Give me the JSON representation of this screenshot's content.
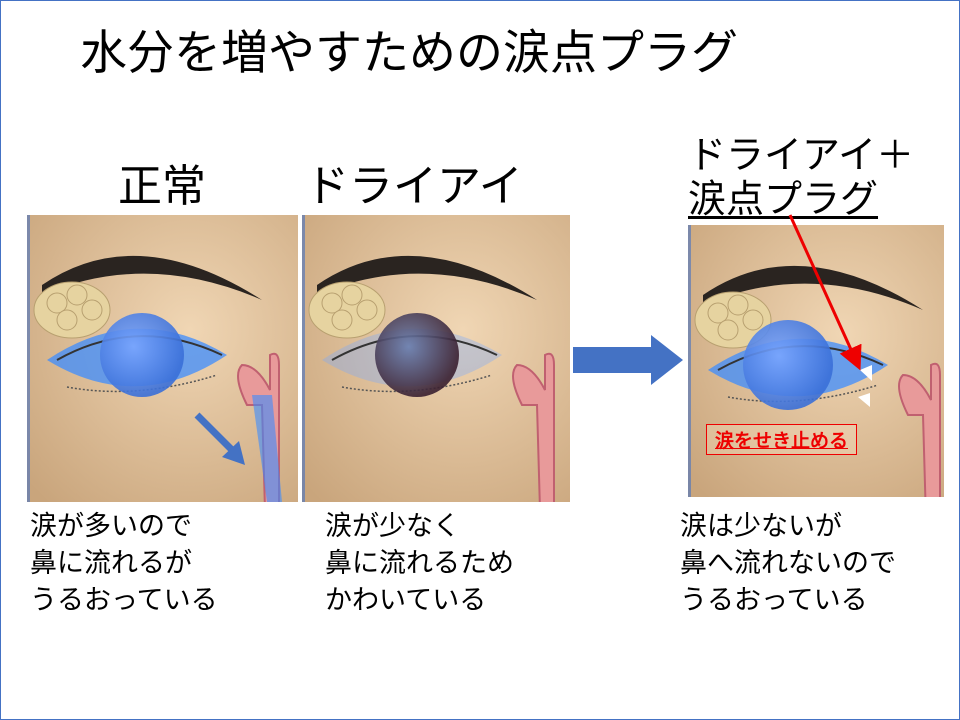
{
  "title": "水分を増やすための涙点プラグ",
  "columns": [
    {
      "heading": "正常",
      "caption": [
        "涙が多いので",
        "鼻に流れるが",
        "うるおっている"
      ]
    },
    {
      "heading": "ドライアイ",
      "caption": [
        "涙が少なく",
        "鼻に流れるため",
        "かわいている"
      ]
    },
    {
      "heading_line1": "ドライアイ＋",
      "heading_line2": "涙点プラグ",
      "caption": [
        "涙は少ないが",
        "鼻へ流れないので",
        "うるおっている"
      ],
      "callout": "涙をせき止める"
    }
  ],
  "colors": {
    "accent_blue": "#4472c4",
    "red": "#e00000",
    "tear_blue": "#4a8cff",
    "skin": "#e8c9a0"
  }
}
